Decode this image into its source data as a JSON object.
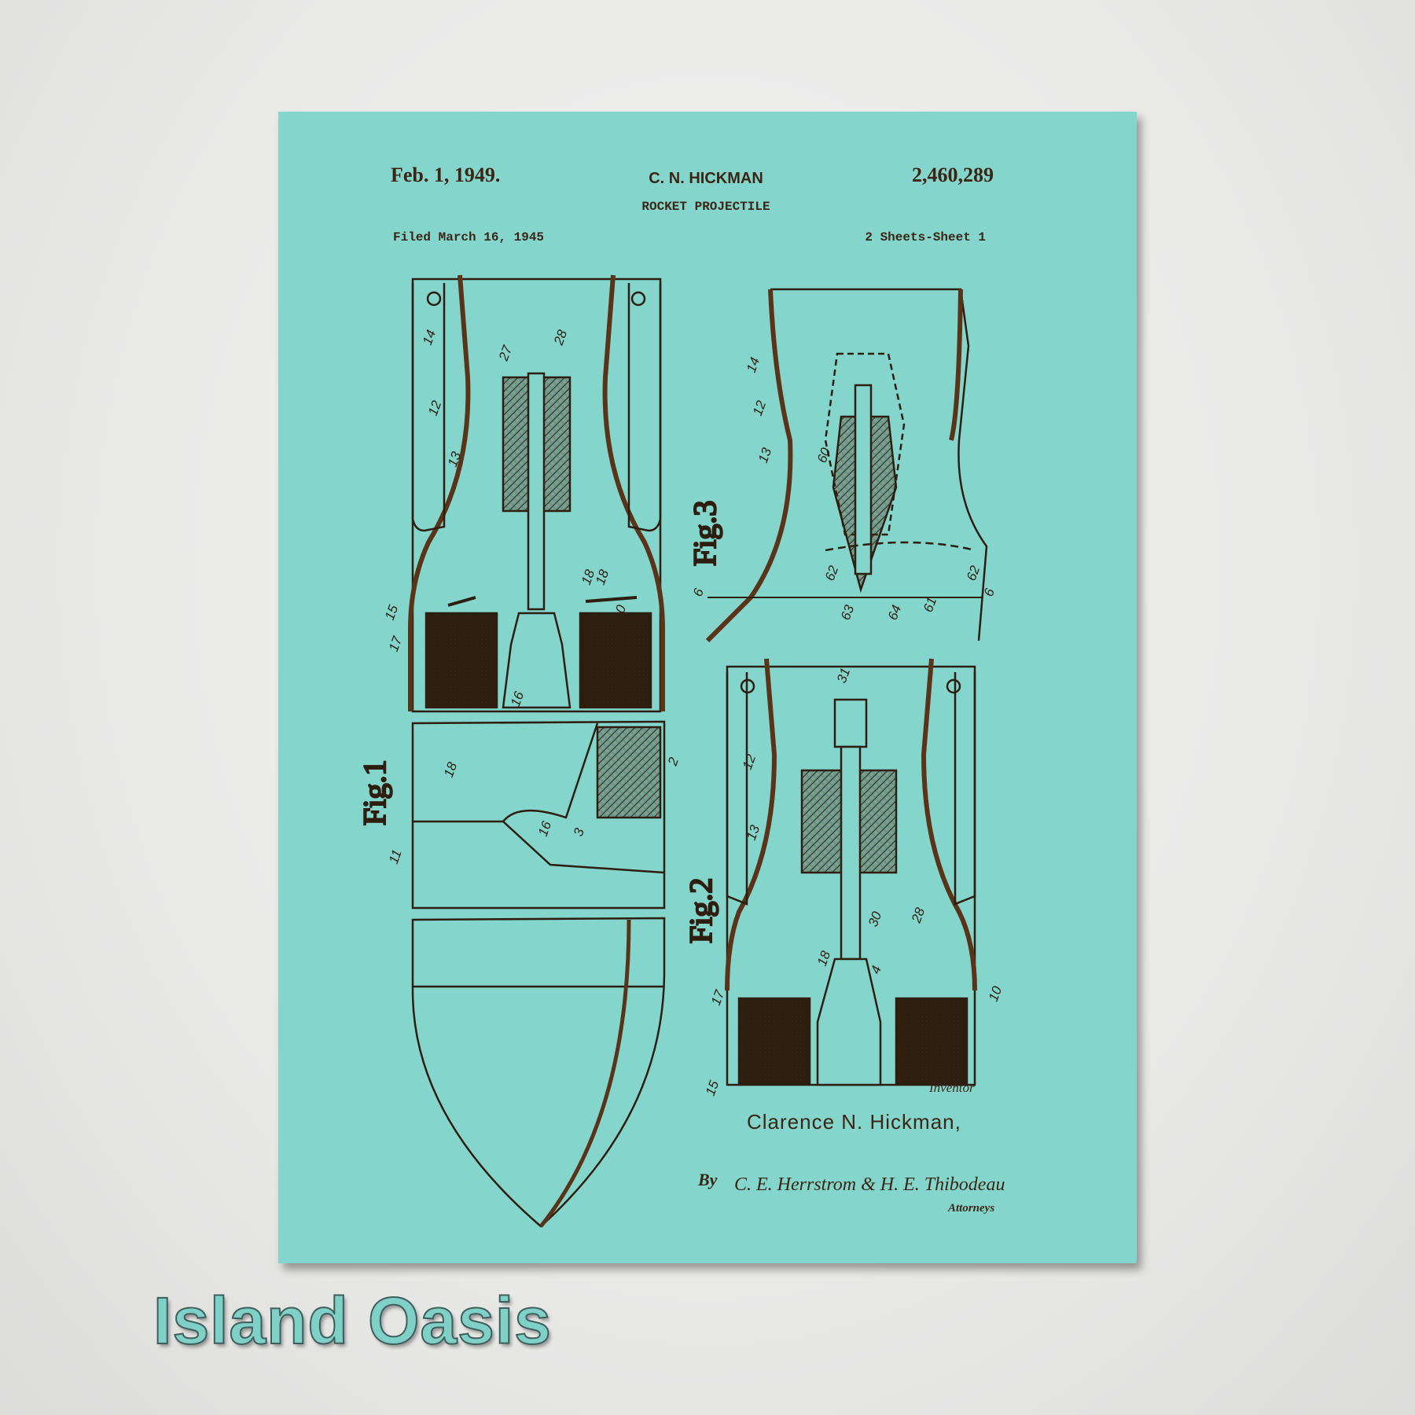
{
  "patent": {
    "date": "Feb. 1, 1949.",
    "inventor_header": "C. N. HICKMAN",
    "number": "2,460,289",
    "title": "ROCKET PROJECTILE",
    "filed": "Filed March 16, 1945",
    "sheets": "2 Sheets-Sheet 1",
    "figures": [
      "Fig.1",
      "Fig.2",
      "Fig.3"
    ],
    "part_labels": [
      "14",
      "12",
      "13",
      "27",
      "28",
      "18",
      "18",
      "15",
      "17",
      "16",
      "10",
      "2",
      "3",
      "16",
      "18",
      "11",
      "14",
      "12",
      "13",
      "60",
      "62",
      "63",
      "64",
      "61",
      "62",
      "6",
      "6",
      "31",
      "4",
      "12",
      "13",
      "30",
      "28",
      "18",
      "17",
      "15",
      "10"
    ],
    "inventor_label": "Inventor",
    "inventor_name": "Clarence N. Hickman,",
    "by": "By",
    "attorneys": "C. E. Herrstrom & H. E. Thibodeau",
    "attorneys_label": "Attorneys"
  },
  "brand": "Island Oasis",
  "colors": {
    "print": "#84d5cc",
    "ink": "#3b2616",
    "wood": "#6a3d1e",
    "wall": "#e9e9e8"
  }
}
